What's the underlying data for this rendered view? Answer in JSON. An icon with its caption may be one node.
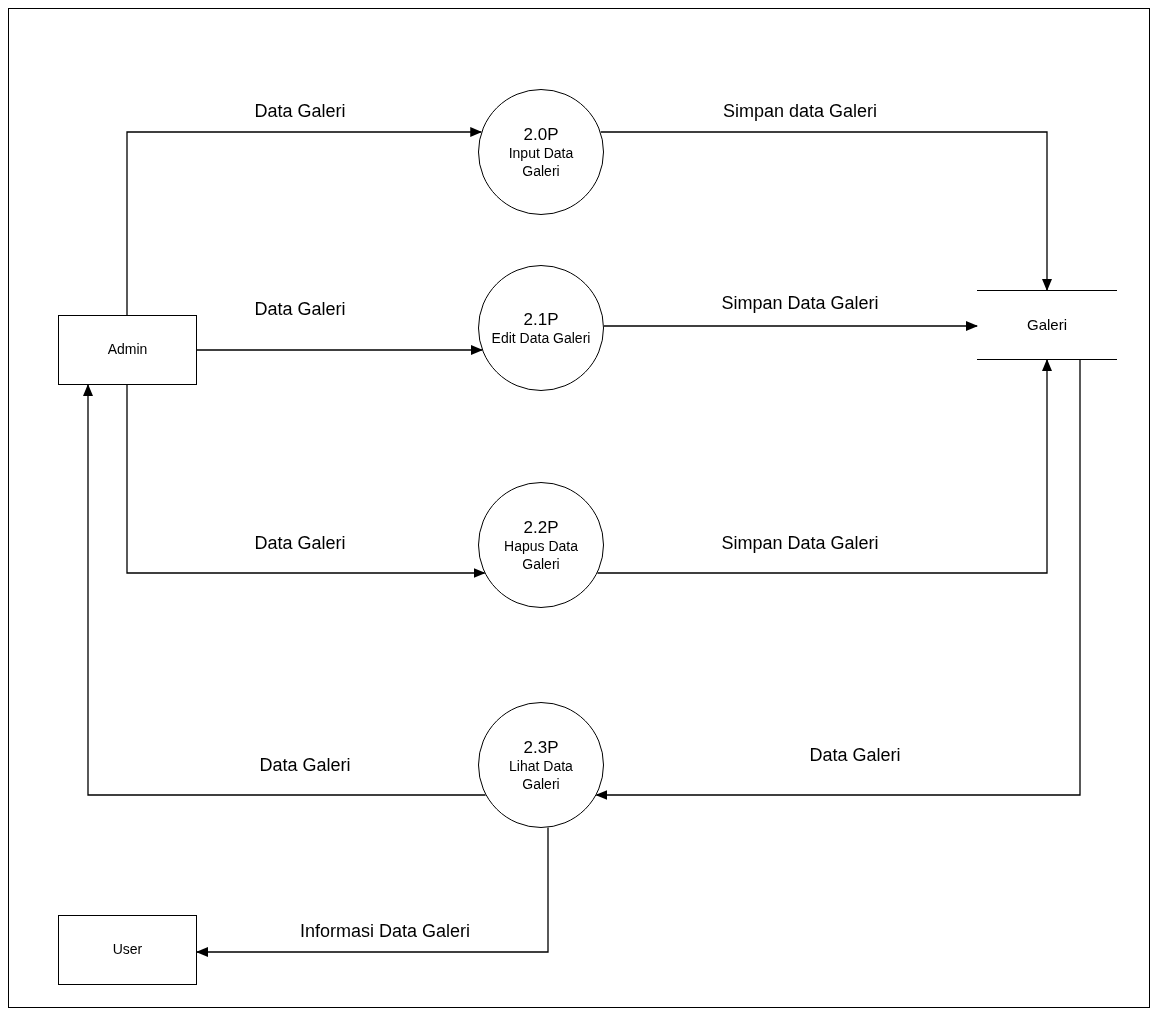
{
  "diagram": {
    "nodes": [
      {
        "text": [
          "Admin"
        ]
      },
      {
        "text": [
          "2.0P",
          "Input Data Galeri"
        ]
      },
      {
        "text": [
          "2.1P",
          "Edit Data Galeri"
        ]
      },
      {
        "text": [
          "2.2P",
          "Hapus Data Galeri"
        ]
      },
      {
        "text": [
          "2.3P",
          "Lihat Data Galeri"
        ]
      },
      {
        "text": [
          "Galeri"
        ]
      },
      {
        "text": [
          "User"
        ]
      }
    ],
    "edges": [
      {
        "from": 0,
        "to": 1,
        "arrow": "to",
        "label": "Data Galeri"
      },
      {
        "from": 0,
        "to": 2,
        "arrow": "to",
        "label": "Data Galeri"
      },
      {
        "from": 0,
        "to": 3,
        "arrow": "to",
        "label": "Data Galeri"
      },
      {
        "from": 1,
        "to": 5,
        "arrow": "to",
        "label": "Simpan data Galeri"
      },
      {
        "from": 2,
        "to": 5,
        "arrow": "to",
        "label": "Simpan Data Galeri"
      },
      {
        "from": 3,
        "to": 5,
        "arrow": "to",
        "label": "Simpan Data Galeri"
      },
      {
        "from": 5,
        "to": 4,
        "arrow": "to",
        "label": "Data Galeri"
      },
      {
        "from": 4,
        "to": 0,
        "arrow": "to",
        "label": "Data Galeri"
      },
      {
        "from": 4,
        "to": 6,
        "arrow": "to",
        "label": "Informasi Data Galeri"
      }
    ]
  }
}
